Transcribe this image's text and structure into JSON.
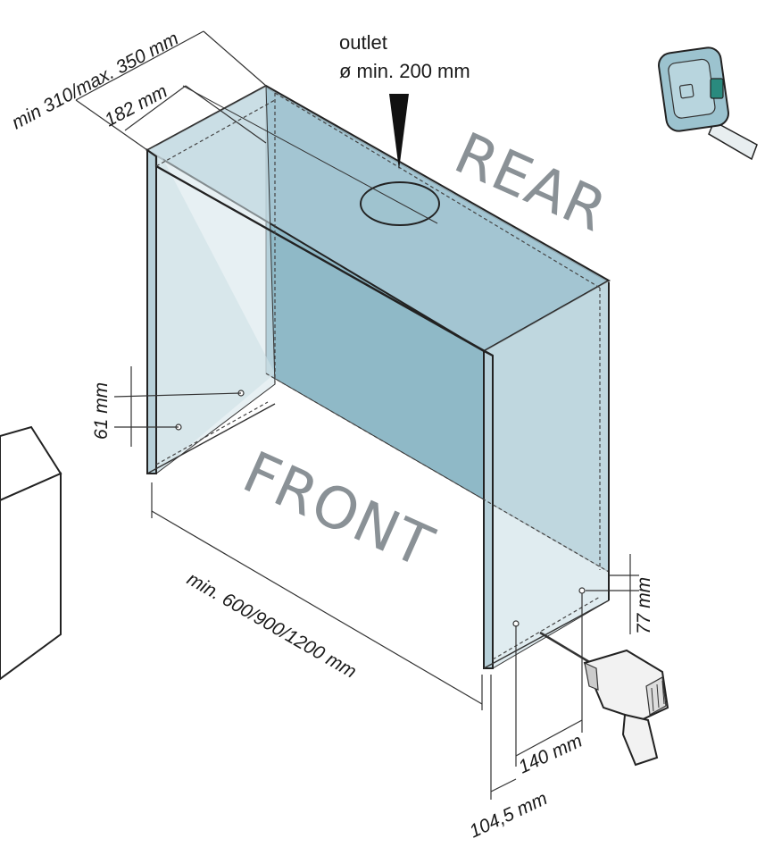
{
  "labels": {
    "outlet_line1": "outlet",
    "outlet_line2": "ø min. 200 mm",
    "rear": "REAR",
    "front": "FRONT"
  },
  "dimensions": {
    "depth_total": "min 310/max. 350 mm",
    "depth_outlet": "182 mm",
    "hole_height_left": "61 mm",
    "width": "min. 600/900/1200 mm",
    "hole_height_right": "77 mm",
    "hole_spacing": "140 mm",
    "hole_offset": "104,5 mm"
  },
  "icons": [
    "tape-measure-icon",
    "drill-icon",
    "outlet-arrow-icon"
  ],
  "colors": {
    "panel_light": "#c8dce3",
    "panel_back": "#8fb9c7",
    "panel_top": "#a9cad6",
    "label_gray": "#8a9196"
  }
}
